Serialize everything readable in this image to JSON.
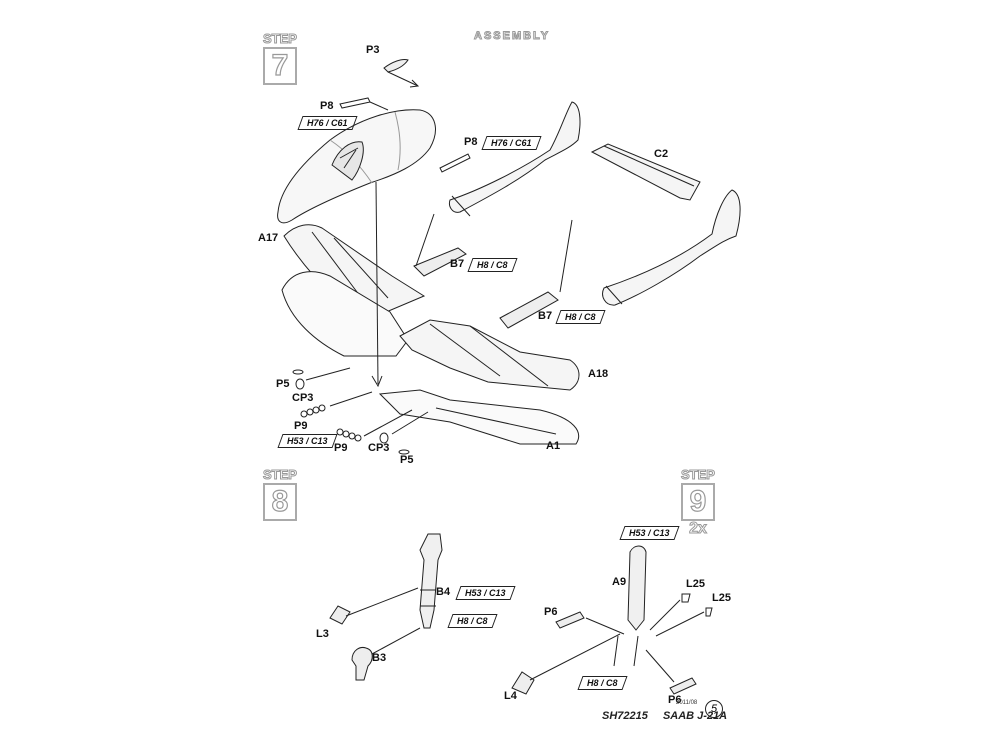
{
  "title": "ASSEMBLY",
  "steps": [
    {
      "word": "STEP",
      "number": "7"
    },
    {
      "word": "STEP",
      "number": "8"
    },
    {
      "word": "STEP",
      "number": "9",
      "multiplier": "2x"
    }
  ],
  "parts": {
    "p3_top": "P3",
    "p8_left": "P8",
    "p8_right": "P8",
    "c2": "C2",
    "a17": "A17",
    "b7_a": "B7",
    "b7_b": "B7",
    "a18": "A18",
    "p5_left": "P5",
    "cp3_left": "CP3",
    "p9_left": "P9",
    "p9_right": "P9",
    "cp3_right": "CP3",
    "p5_right": "P5",
    "a1": "A1",
    "b4": "B4",
    "l3": "L3",
    "b3": "B3",
    "a9": "A9",
    "l25_a": "L25",
    "l25_b": "L25",
    "p6_a": "P6",
    "p6_b": "P6",
    "l4": "L4"
  },
  "colors": {
    "h76_c61_a": "H76 / C61",
    "h76_c61_b": "H76 / C61",
    "h8_c8_a": "H8 / C8",
    "h8_c8_b": "H8 / C8",
    "h53_c13_a": "H53 / C13",
    "h53_c13_b": "H53 / C13",
    "h8_c8_c": "H8 / C8",
    "h53_c13_c": "H53 / C13",
    "h8_c8_d": "H8 / C8"
  },
  "footer": {
    "code": "SH72215",
    "name": "SAAB J-21A",
    "date": "2011/08",
    "page": "5"
  }
}
